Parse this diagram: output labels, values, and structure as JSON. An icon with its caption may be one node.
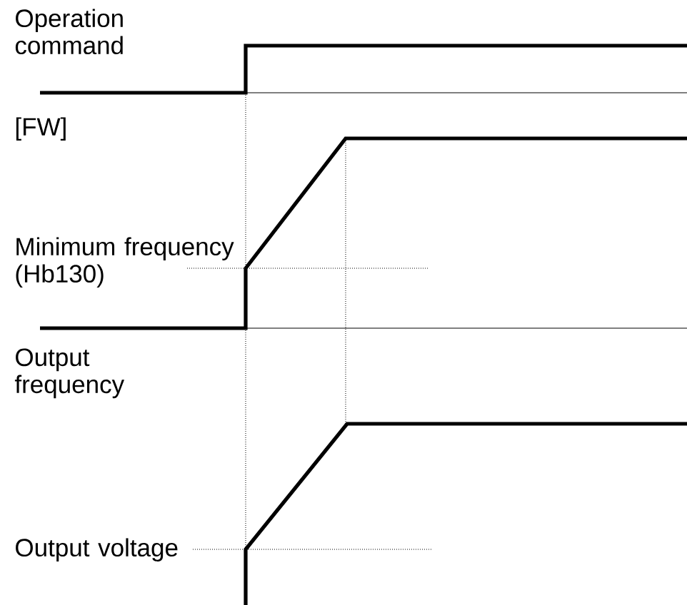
{
  "diagram": {
    "labels": [
      "Operation command",
      "[FW]",
      "Minimum frequency (Hb130)",
      "Output frequency",
      "Output voltage"
    ]
  }
}
